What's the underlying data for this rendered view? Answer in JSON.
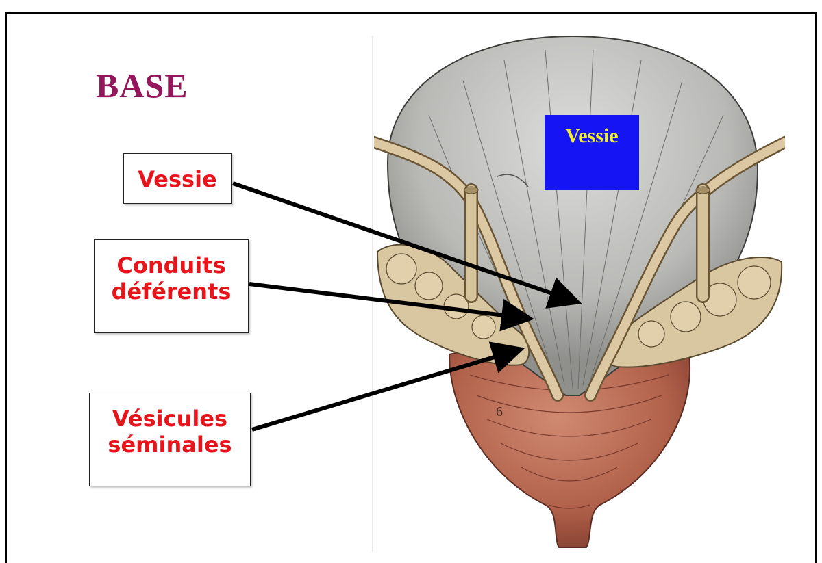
{
  "top_caption": "",
  "title": "BASE",
  "labels": {
    "vessie": "Vessie",
    "conduits_line1": "Conduits",
    "conduits_line2": "déférents",
    "vesicules_line1": "Vésicules",
    "vesicules_line2": "séminales"
  },
  "illustration_tag": "Vessie",
  "illustration_number": "6",
  "colors": {
    "title": "#93175a",
    "label_text": "#e8141b",
    "tag_bg": "#1414f5",
    "tag_text": "#f3ee2a",
    "bladder": "#c9c9c7",
    "prostate": "#b86a55",
    "vesicles": "#d9c7a2"
  }
}
